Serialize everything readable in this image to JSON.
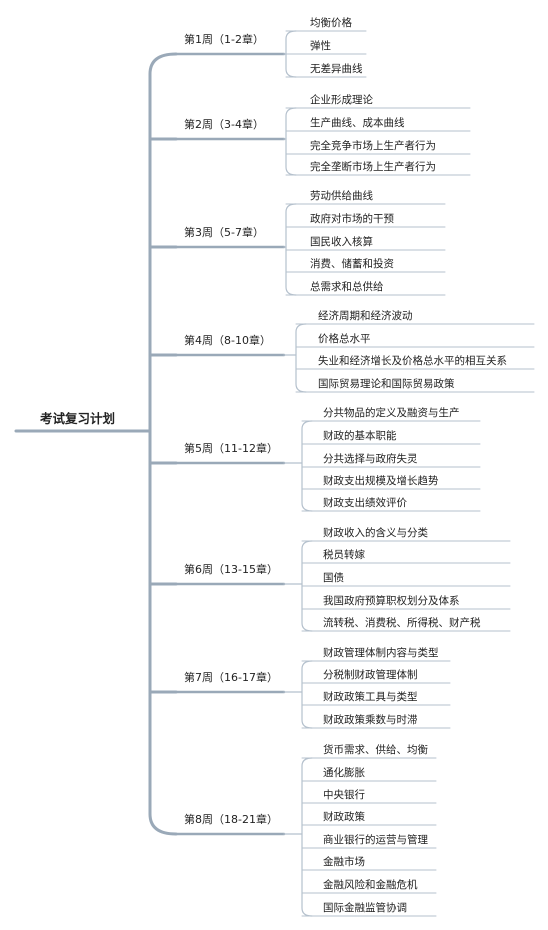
{
  "root": "考试复习计划",
  "weeks": [
    {
      "label": "第1周（1-2章）",
      "items": [
        "均衡价格",
        "弹性",
        "无差异曲线"
      ]
    },
    {
      "label": "第2周（3-4章）",
      "items": [
        "企业形成理论",
        "生产曲线、成本曲线",
        "完全竞争市场上生产者行为",
        "完全垄断市场上生产者行为"
      ]
    },
    {
      "label": "第3周（5-7章）",
      "items": [
        "劳动供给曲线",
        "政府对市场的干预",
        "国民收入核算",
        "消费、储蓄和投资",
        "总需求和总供给"
      ]
    },
    {
      "label": "第4周（8-10章）",
      "items": [
        "经济周期和经济波动",
        "价格总水平",
        "失业和经济增长及价格总水平的相互关系",
        "国际贸易理论和国际贸易政策"
      ]
    },
    {
      "label": "第5周（11-12章）",
      "items": [
        "分共物品的定义及融资与生产",
        "财政的基本职能",
        "分共选择与政府失灵",
        "财政支出规模及增长趋势",
        "财政支出绩效评价"
      ]
    },
    {
      "label": "第6周（13-15章）",
      "items": [
        "财政收入的含义与分类",
        "税员转嫁",
        "国债",
        "我国政府预算职权划分及体系",
        "流转税、消费税、所得税、财产税"
      ]
    },
    {
      "label": "第7周（16-17章）",
      "items": [
        "财政管理体制内容与类型",
        "分税制财政管理体制",
        "财政政策工具与类型",
        "财政政策乘数与时滞"
      ]
    },
    {
      "label": "第8周（18-21章）",
      "items": [
        "货币需求、供给、均衡",
        "通化膨胀",
        "中央银行",
        "财政政策",
        "商业银行的运营与管理",
        "金融市场",
        "金融风险和金融危机",
        "国际金融监管协调"
      ]
    }
  ],
  "colors": {
    "branch": "#9aa9b8",
    "line": "#b5c1cd",
    "text": "#222222"
  }
}
